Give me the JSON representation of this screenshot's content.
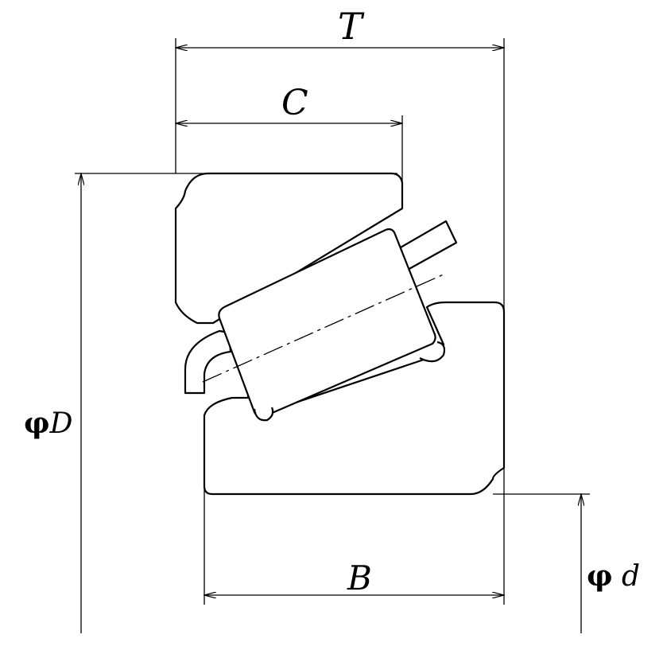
{
  "dimensions": {
    "overall_width": "T",
    "cup_width": "C",
    "cone_width": "B",
    "outer_diameter": {
      "symbol": "φ",
      "letter": "D"
    },
    "bore_diameter": {
      "symbol": "φ",
      "letter": "d"
    }
  },
  "colors": {
    "line": "#000000",
    "background": "#ffffff"
  }
}
